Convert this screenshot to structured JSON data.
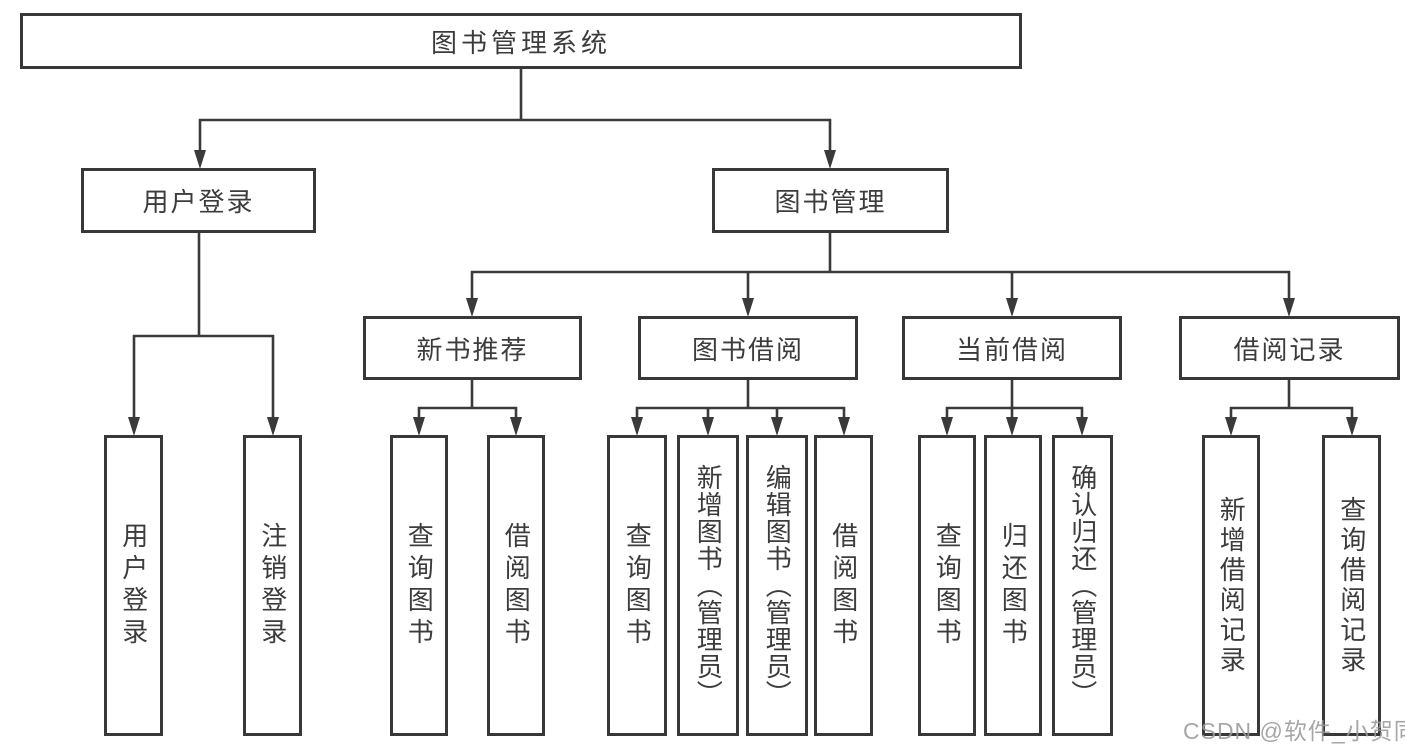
{
  "tree": {
    "root": {
      "label": "图书管理系统",
      "children": [
        {
          "label": "用户登录",
          "children": [
            {
              "label": "用户登录"
            },
            {
              "label": "注销登录"
            }
          ]
        },
        {
          "label": "图书管理",
          "children": [
            {
              "label": "新书推荐",
              "children": [
                {
                  "label": "查询图书"
                },
                {
                  "label": "借阅图书"
                }
              ]
            },
            {
              "label": "图书借阅",
              "children": [
                {
                  "label": "查询图书"
                },
                {
                  "label": "新增图书（管理员）"
                },
                {
                  "label": "编辑图书（管理员）"
                },
                {
                  "label": "借阅图书"
                }
              ]
            },
            {
              "label": "当前借阅",
              "children": [
                {
                  "label": "查询图书"
                },
                {
                  "label": "归还图书"
                },
                {
                  "label": "确认归还（管理员）"
                }
              ]
            },
            {
              "label": "借阅记录",
              "children": [
                {
                  "label": "新增借阅记录"
                },
                {
                  "label": "查询借阅记录"
                }
              ]
            }
          ]
        }
      ]
    }
  },
  "watermark": "CSDN @软件_小贺同学",
  "colors": {
    "line": "#3a3a3a",
    "border": "#383838",
    "text": "#3c3c3c",
    "box_background": "#ffffff",
    "watermark": "#9a9a9a"
  }
}
